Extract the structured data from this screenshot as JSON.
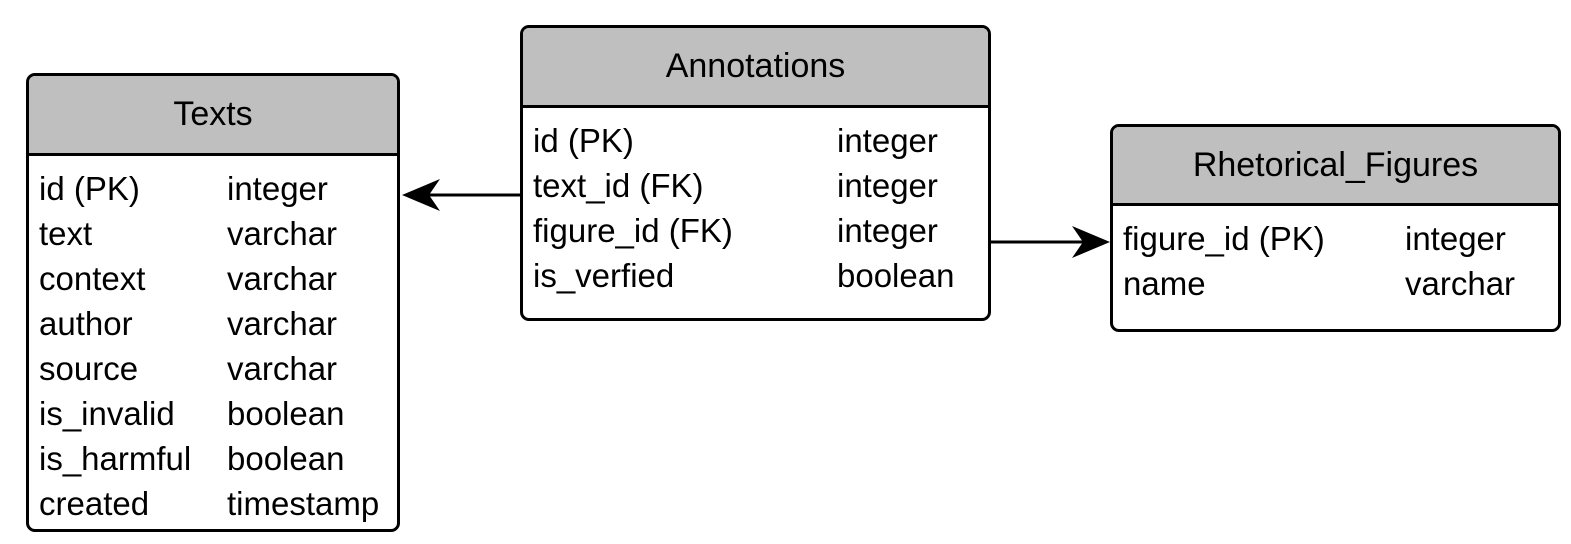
{
  "entities": {
    "texts": {
      "title": "Texts",
      "columns": [
        {
          "name": "id (PK)",
          "type": "integer"
        },
        {
          "name": "text",
          "type": "varchar"
        },
        {
          "name": "context",
          "type": "varchar"
        },
        {
          "name": "author",
          "type": "varchar"
        },
        {
          "name": "source",
          "type": "varchar"
        },
        {
          "name": "is_invalid",
          "type": "boolean"
        },
        {
          "name": "is_harmful",
          "type": "boolean"
        },
        {
          "name": "created",
          "type": "timestamp"
        }
      ]
    },
    "annotations": {
      "title": "Annotations",
      "columns": [
        {
          "name": "id (PK)",
          "type": "integer"
        },
        {
          "name": "text_id (FK)",
          "type": "integer"
        },
        {
          "name": "figure_id (FK)",
          "type": "integer"
        },
        {
          "name": "is_verfied",
          "type": "boolean"
        }
      ]
    },
    "rhetorical_figures": {
      "title": "Rhetorical_Figures",
      "columns": [
        {
          "name": "figure_id (PK)",
          "type": "integer"
        },
        {
          "name": "name",
          "type": "varchar"
        }
      ]
    }
  },
  "colors": {
    "header_fill": "#bfbfbf",
    "border": "#000000",
    "background": "#ffffff"
  }
}
